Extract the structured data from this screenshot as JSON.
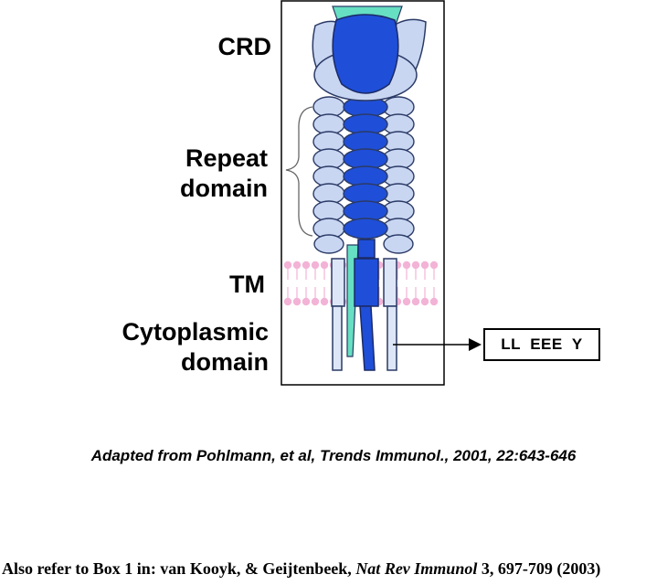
{
  "labels": {
    "crd": "CRD",
    "repeat_line1": "Repeat",
    "repeat_line2": "domain",
    "tm": "TM",
    "cyto_line1": "Cytoplasmic",
    "cyto_line2": "domain"
  },
  "motif": "LL  EEE  Y",
  "caption": "Adapted from Pohlmann, et al, Trends Immunol., 2001, 22:643-646",
  "reference": {
    "prefix": "Also refer to Box 1 in: van Kooyk, & Geijtenbeek, ",
    "journal": "Nat Rev Immunol",
    "suffix": " 3, 697-709 (2003)"
  },
  "colors": {
    "dark_blue": "#1f4fd8",
    "light_blue": "#c8d6f2",
    "teal": "#66dfc2",
    "membrane_pink": "#f3b3d6",
    "outline": "#2b3a66"
  },
  "repeat_count": 8
}
